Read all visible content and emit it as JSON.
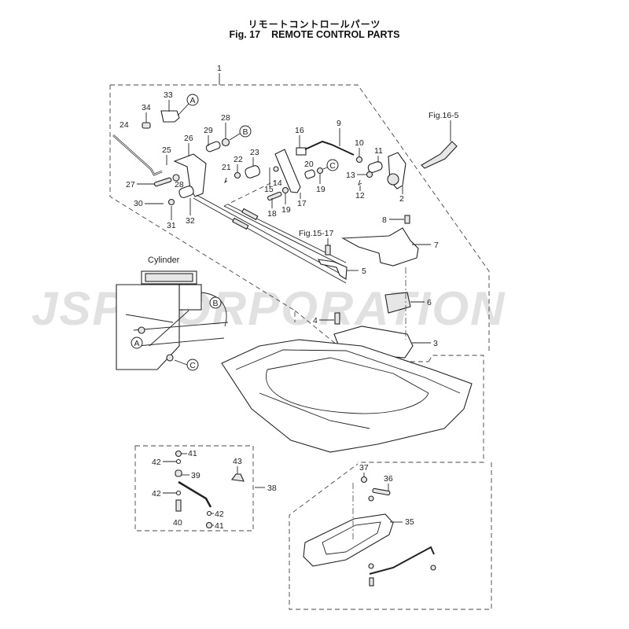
{
  "header": {
    "title_jp": "リモートコントロールパーツ",
    "fig_number": "Fig. 17",
    "title_en": "REMOTE CONTROL PARTS"
  },
  "watermark": "JSP CORPORATION",
  "labels": {
    "cylinder": "Cylinder",
    "fig16_5": "Fig.16-5",
    "fig15_17": "Fig.15-17"
  },
  "ref_circles": {
    "a": "A",
    "b": "B",
    "c": "C"
  },
  "parts": {
    "p1": "1",
    "p2": "2",
    "p3": "3",
    "p4": "4",
    "p5": "5",
    "p6": "6",
    "p7": "7",
    "p8": "8",
    "p9": "9",
    "p10": "10",
    "p11": "11",
    "p12": "12",
    "p13": "13",
    "p14": "14",
    "p15": "15",
    "p16": "16",
    "p17": "17",
    "p18": "18",
    "p19": "19",
    "p20": "20",
    "p21": "21",
    "p22": "22",
    "p23": "23",
    "p24": "24",
    "p25": "25",
    "p26": "26",
    "p27": "27",
    "p28": "28",
    "p29": "29",
    "p30": "30",
    "p31": "31",
    "p32": "32",
    "p33": "33",
    "p34": "34",
    "p35": "35",
    "p36": "36",
    "p37": "37",
    "p38": "38",
    "p39": "39",
    "p40": "40",
    "p41": "41",
    "p42": "42",
    "p43": "43"
  }
}
